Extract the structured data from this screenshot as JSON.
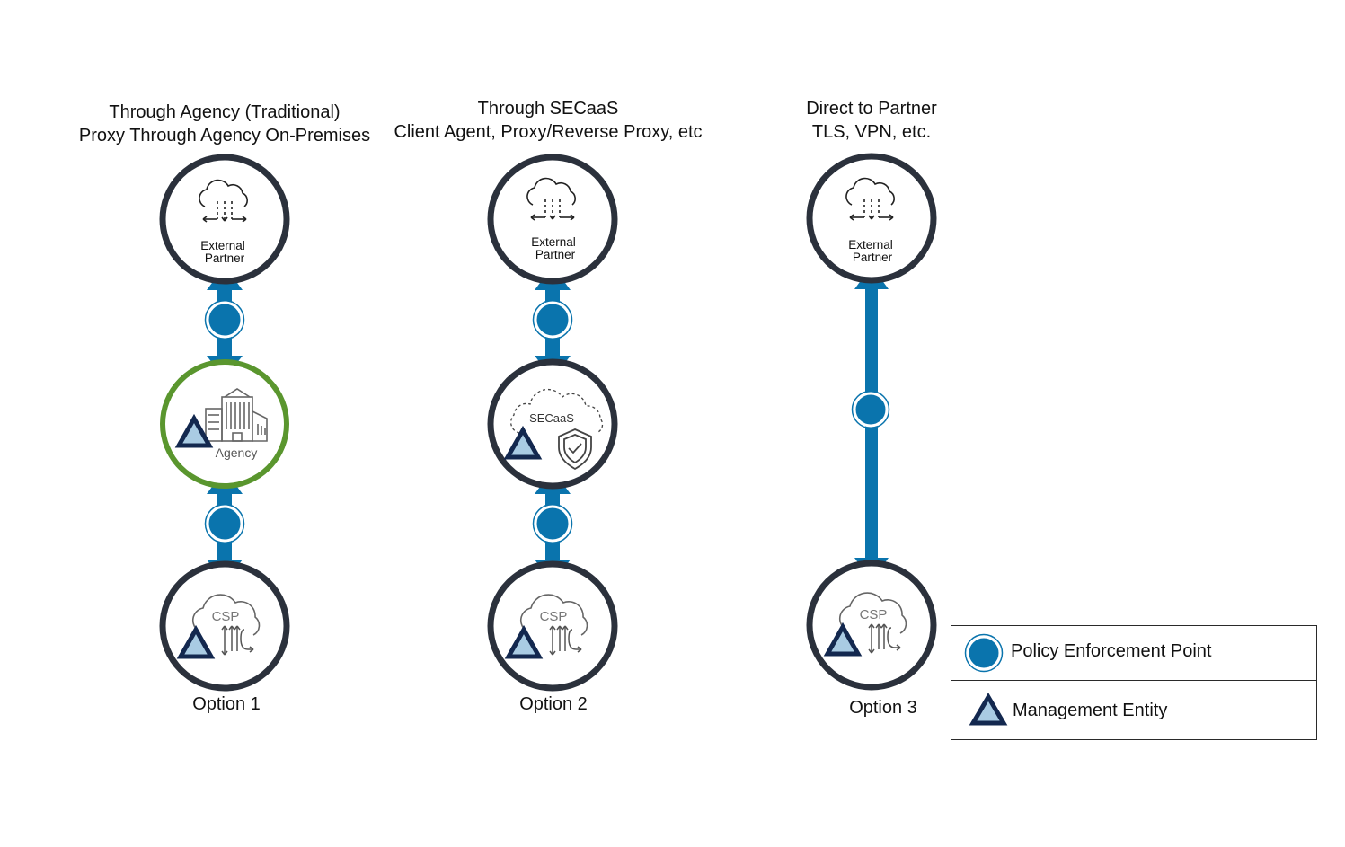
{
  "options": [
    {
      "title_line1": "Through Agency (Traditional)",
      "title_line2": "Proxy Through Agency On-Premises",
      "label": "Option 1",
      "top_node": {
        "line1": "External",
        "line2": "Partner"
      },
      "middle_node": {
        "label": "Agency"
      },
      "bottom_node": {
        "label": "CSP"
      }
    },
    {
      "title_line1": "Through SECaaS",
      "title_line2": "Client Agent, Proxy/Reverse Proxy, etc",
      "label": "Option 2",
      "top_node": {
        "line1": "External",
        "line2": "Partner"
      },
      "middle_node": {
        "label": "SECaaS"
      },
      "bottom_node": {
        "label": "CSP"
      }
    },
    {
      "title_line1": "Direct to Partner",
      "title_line2": "TLS, VPN, etc.",
      "label": "Option 3",
      "top_node": {
        "line1": "External",
        "line2": "Partner"
      },
      "bottom_node": {
        "label": "CSP"
      }
    }
  ],
  "legend": {
    "policy_enforcement_point": "Policy Enforcement Point",
    "management_entity": "Management Entity"
  },
  "colors": {
    "arrow_blue": "#0a74ad",
    "node_ring": "#2b313c",
    "agency_ring": "#5a962e",
    "triangle_outline": "#13284f",
    "triangle_fill": "#a9cbe3"
  }
}
